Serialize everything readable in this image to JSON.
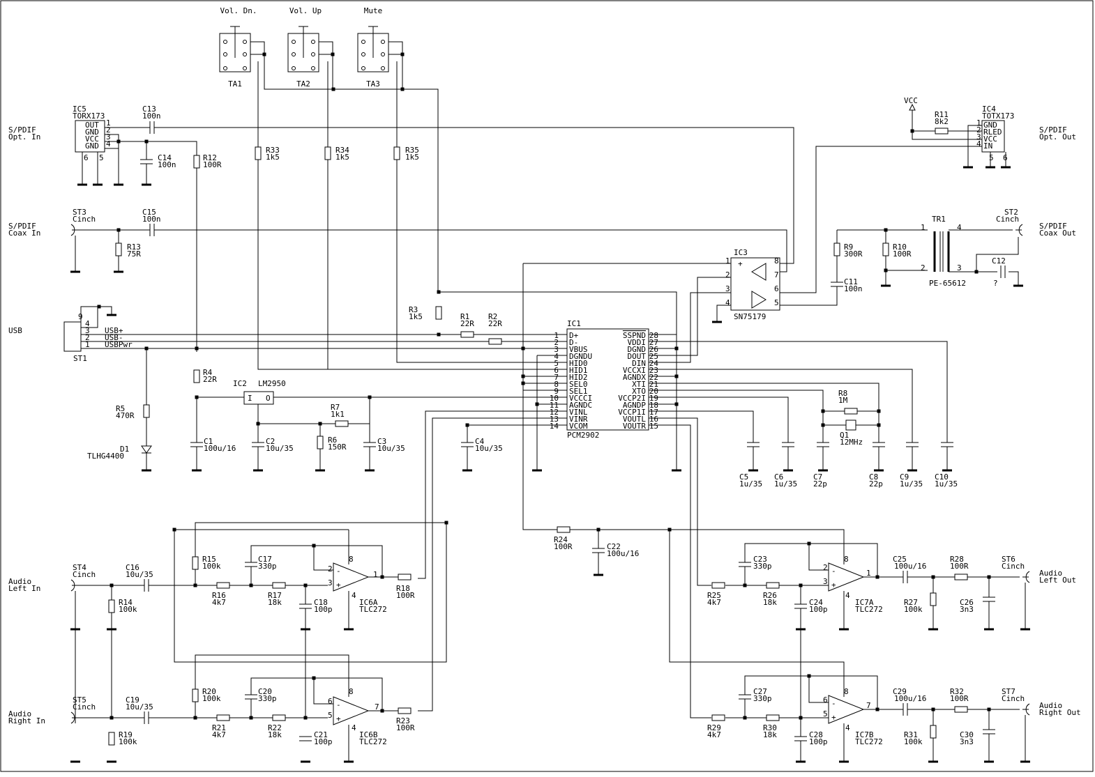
{
  "labels": {
    "vol_dn": "Vol. Dn.",
    "vol_up": "Vol. Up",
    "mute": "Mute",
    "ta1": "TA1",
    "ta2": "TA2",
    "ta3": "TA3",
    "spdif_opt_in_1": "S/PDIF",
    "spdif_opt_in_2": "Opt. In",
    "spdif_coax_in_1": "S/PDIF",
    "spdif_coax_in_2": "Coax In",
    "usb": "USB",
    "audio_left_in_1": "Audio",
    "audio_left_in_2": "Left In",
    "audio_right_in_1": "Audio",
    "audio_right_in_2": "Right In",
    "spdif_opt_out_1": "S/PDIF",
    "spdif_opt_out_2": "Opt. Out",
    "spdif_coax_out_1": "S/PDIF",
    "spdif_coax_out_2": "Coax Out",
    "audio_left_out_1": "Audio",
    "audio_left_out_2": "Left Out",
    "audio_right_out_1": "Audio",
    "audio_right_out_2": "Right Out",
    "ic5": "IC5",
    "torx": "TORX173",
    "ic5_out": "OUT",
    "ic5_gnd1": "GND",
    "ic5_vcc": "VCC",
    "ic5_gnd2": "GND",
    "p1": "1",
    "p2": "2",
    "p3": "3",
    "p4": "4",
    "p5": "5",
    "p6": "6",
    "c13": "C13",
    "c13v": "100n",
    "c14": "C14",
    "c14v": "100n",
    "r12": "R12",
    "r12v": "100R",
    "r33": "R33",
    "r33v": "1k5",
    "r34": "R34",
    "r34v": "1k5",
    "r35": "R35",
    "r35v": "1k5",
    "st3": "ST3",
    "cinch": "Cinch",
    "c15": "C15",
    "c15v": "100n",
    "r13": "R13",
    "r13v": "75R",
    "st1": "ST1",
    "usbp": "USB+",
    "usbm": "USB-",
    "usbpwr": "USBPwr",
    "n9": "9",
    "n4": "4",
    "n3": "3",
    "n2": "2",
    "n1": "1",
    "r3": "R3",
    "r3v": "1k5",
    "r1": "R1",
    "r1v": "22R",
    "r2": "R2",
    "r2v": "22R",
    "r4": "R4",
    "r4v": "22R",
    "ic2": "IC2",
    "lm2950": "LM2950",
    "ic2_i": "I",
    "ic2_o": "O",
    "r7": "R7",
    "r7v": "1k1",
    "r5": "R5",
    "r5v": "470R",
    "d1": "D1",
    "d1v": "TLHG4400",
    "c1": "C1",
    "c1v": "100u/16",
    "c2": "C2",
    "c2v": "10u/35",
    "r6": "R6",
    "r6v": "150R",
    "c3": "C3",
    "c3v": "10u/35",
    "c4": "C4",
    "c4v": "10u/35",
    "ic1": "IC1",
    "pcm": "PCM2902",
    "pins_left": [
      "D+",
      "D-",
      "VBUS",
      "DGNDU",
      "HID0",
      "HID1",
      "HID2",
      "SEL0",
      "SEL1",
      "VCCCI",
      "AGNDC",
      "VINL",
      "VINR",
      "VCOM"
    ],
    "pins_right": [
      "SSPND",
      "VDDI",
      "DGND",
      "DOUT",
      "DIN",
      "VCCXI",
      "AGNDX",
      "XTI",
      "XTO",
      "VCCP2I",
      "AGNDP",
      "VCCP1I",
      "VOUTL",
      "VOUTR"
    ],
    "nums_left": [
      "1",
      "2",
      "3",
      "4",
      "5",
      "6",
      "7",
      "8",
      "9",
      "10",
      "11",
      "12",
      "13",
      "14"
    ],
    "nums_right": [
      "28",
      "27",
      "26",
      "25",
      "24",
      "23",
      "22",
      "21",
      "20",
      "19",
      "18",
      "17",
      "16",
      "15"
    ],
    "ic3": "IC3",
    "sn": "SN75179",
    "plus": "+",
    "ic3p1": "1",
    "ic3p2": "2",
    "ic3p3": "3",
    "ic3p4": "4",
    "ic3p8": "8",
    "ic3p7": "7",
    "ic3p6": "6",
    "ic3p5": "5",
    "vcc": "VCC",
    "r11": "R11",
    "r11v": "8k2",
    "ic4": "IC4",
    "totx": "TOTX173",
    "ic4_gnd": "GND",
    "ic4_rled": "RLED",
    "ic4_vcc": "VCC",
    "ic4_in": "IN",
    "st2": "ST2",
    "tr1": "TR1",
    "pe": "PE-65612",
    "r9": "R9",
    "r9v": "300R",
    "r10": "R10",
    "r10v": "100R",
    "c11": "C11",
    "c11v": "100n",
    "c12": "C12",
    "c12v": "?",
    "c5": "C5",
    "c5v": "1u/35",
    "c6": "C6",
    "c6v": "1u/35",
    "c7": "C7",
    "c7v": "22p",
    "c8": "C8",
    "c8v": "22p",
    "c9": "C9",
    "c9v": "1u/35",
    "c10": "C10",
    "c10v": "1u/35",
    "r8": "R8",
    "r8v": "1M",
    "q1": "Q1",
    "q1v": "12MHz",
    "r24": "R24",
    "r24v": "100R",
    "c22": "C22",
    "c22v": "100u/16",
    "st4": "ST4",
    "c16": "C16",
    "c16v": "10u/35",
    "r14": "R14",
    "r14v": "100k",
    "r15": "R15",
    "r15v": "100k",
    "r16": "R16",
    "r16v": "4k7",
    "r17": "R17",
    "r17v": "18k",
    "c17": "C17",
    "c17v": "330p",
    "c18": "C18",
    "c18v": "100p",
    "r18": "R18",
    "r18v": "100R",
    "ic6a": "IC6A",
    "tlc": "TLC272",
    "st5": "ST5",
    "c19": "C19",
    "c19v": "10u/35",
    "r19": "R19",
    "r19v": "100k",
    "r20": "R20",
    "r20v": "100k",
    "r21": "R21",
    "r21v": "4k7",
    "r22": "R22",
    "r22v": "18k",
    "c20": "C20",
    "c20v": "330p",
    "c21": "C21",
    "c21v": "100p",
    "r23": "R23",
    "r23v": "100R",
    "ic6b": "IC6B",
    "r25": "R25",
    "r25v": "4k7",
    "r26": "R26",
    "r26v": "18k",
    "c23": "C23",
    "c23v": "330p",
    "c24": "C24",
    "c24v": "100p",
    "ic7a": "IC7A",
    "c25": "C25",
    "c25v": "100u/16",
    "r28": "R28",
    "r28v": "100R",
    "r27": "R27",
    "r27v": "100k",
    "c26": "C26",
    "c26v": "3n3",
    "st6": "ST6",
    "r29": "R29",
    "r29v": "4k7",
    "r30": "R30",
    "r30v": "18k",
    "c27": "C27",
    "c27v": "330p",
    "c28": "C28",
    "c28v": "100p",
    "ic7b": "IC7B",
    "c29": "C29",
    "c29v": "100u/16",
    "r32": "R32",
    "r32v": "100R",
    "r31": "R31",
    "r31v": "100k",
    "c30": "C30",
    "c30v": "3n3",
    "st7": "ST7",
    "op_minus": "-",
    "op_plus": "+",
    "op_p1": "1",
    "op_p2": "2",
    "op_p3": "3",
    "op_p4": "4",
    "op_p5": "5",
    "op_p6": "6",
    "op_p7": "7",
    "op_p8": "8"
  }
}
